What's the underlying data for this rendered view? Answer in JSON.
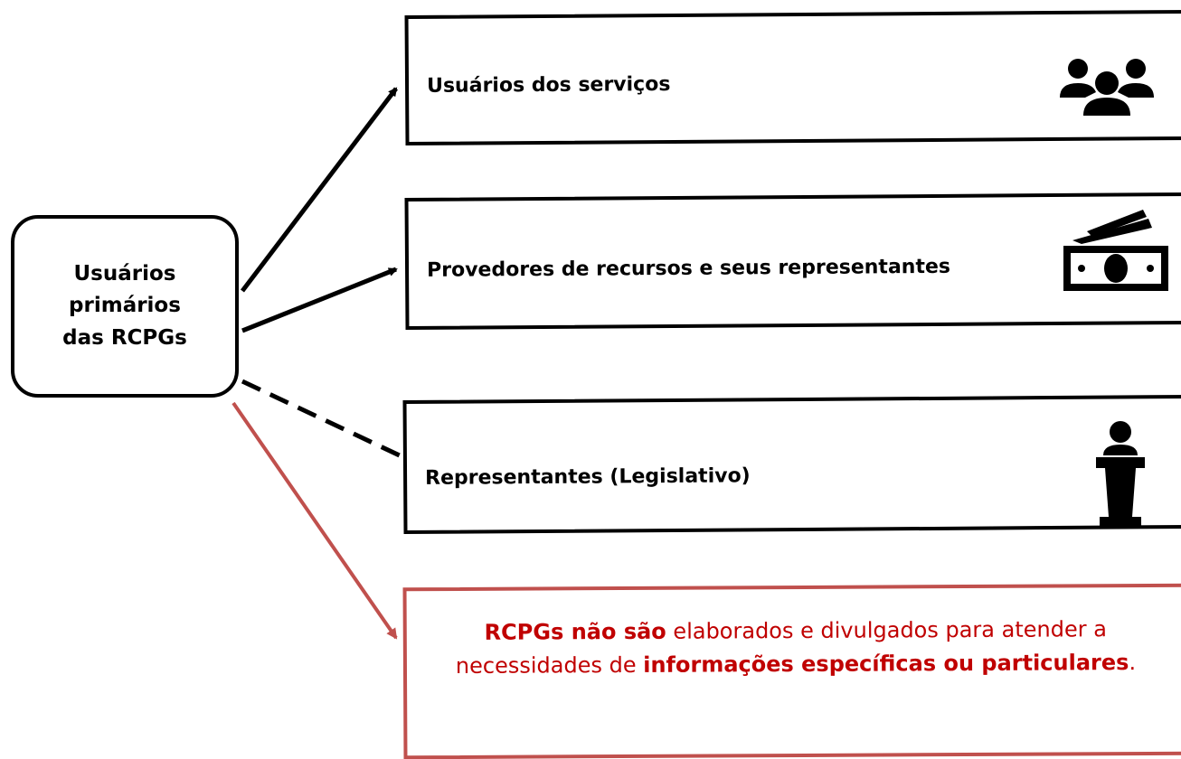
{
  "root": {
    "label": "Usuários\nprimários\ndas RCPGs"
  },
  "boxes": [
    {
      "label": "Usuários dos serviços",
      "icon": "group-of-people-icon"
    },
    {
      "label": "Provedores de recursos e seus representantes",
      "icon": "money-bills-icon"
    },
    {
      "label": "Representantes (Legislativo)",
      "icon": "speaker-podium-icon"
    }
  ],
  "note": {
    "part1": "RCPGs não são",
    "part2": " elaborados e divulgados para atender a necessidades de ",
    "part3": "informações específicas ou particulares",
    "part4": "."
  },
  "colors": {
    "line": "#000000",
    "accent_line": "#c0504d",
    "note_text": "#c00000"
  }
}
